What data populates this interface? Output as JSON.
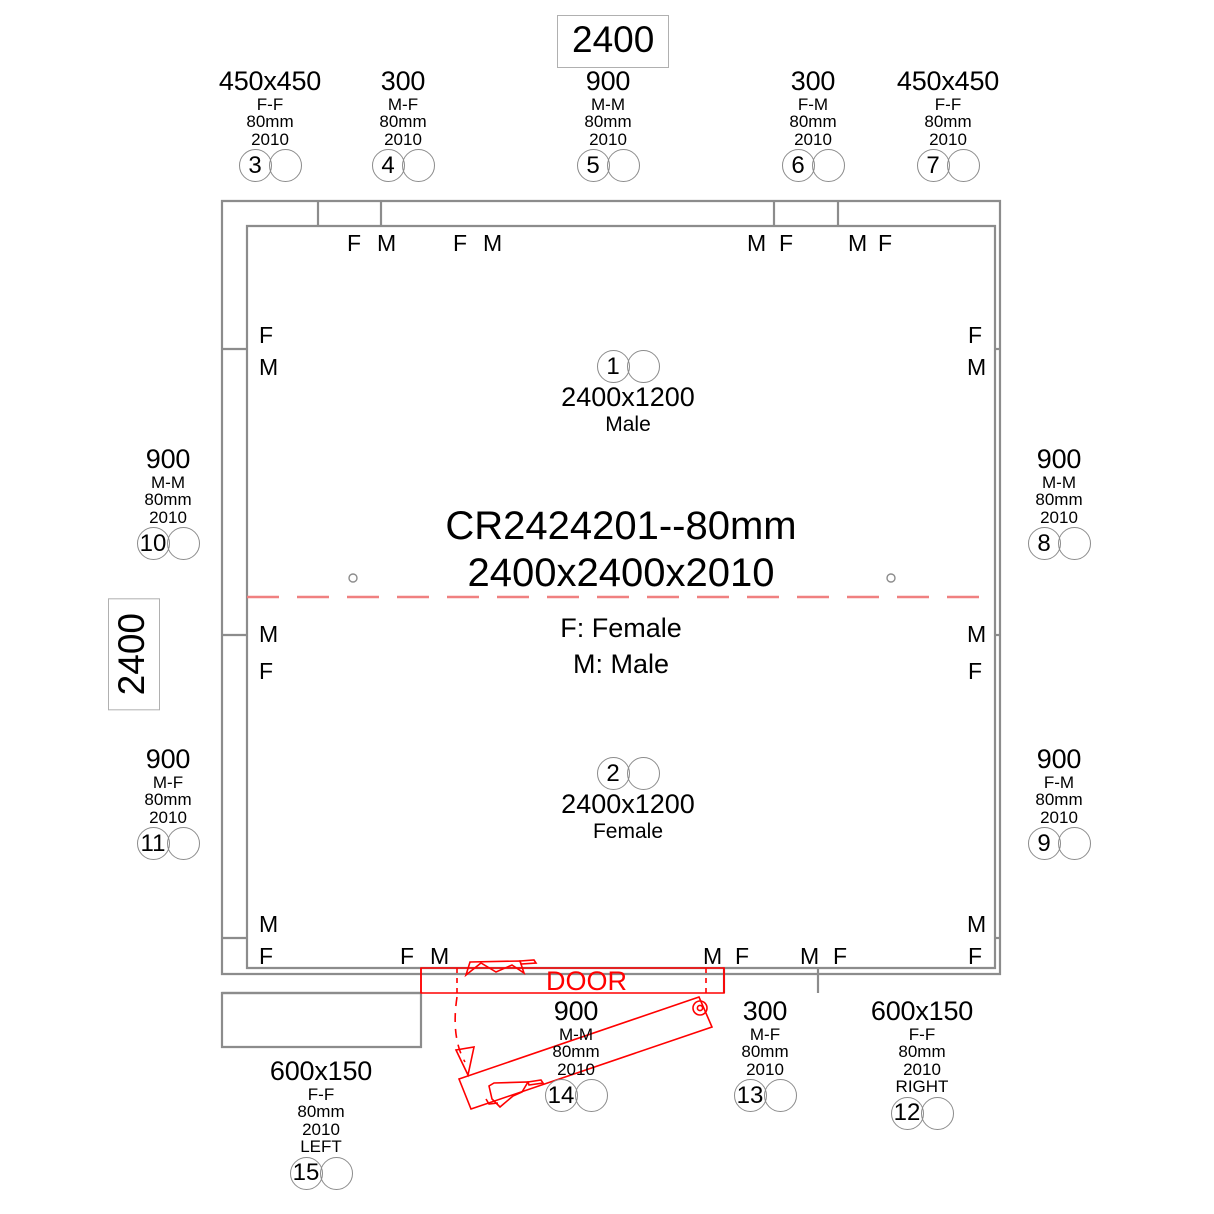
{
  "drawing": {
    "title": "CR2424201--80mm",
    "subtitle": "2400x2400x2010",
    "legend_female": "F: Female",
    "legend_male": "M: Male",
    "door_label": "DOOR",
    "accent_color": "#ff0000",
    "line_color": "#8c8c8c",
    "dim_top": "2400",
    "dim_left": "2400"
  },
  "panels": {
    "top": [
      {
        "id": "3",
        "size": "450x450",
        "pair": "F-F",
        "thickness": "80mm",
        "height": "2010",
        "side": ""
      },
      {
        "id": "4",
        "size": "300",
        "pair": "M-F",
        "thickness": "80mm",
        "height": "2010",
        "side": ""
      },
      {
        "id": "5",
        "size": "900",
        "pair": "M-M",
        "thickness": "80mm",
        "height": "2010",
        "side": ""
      },
      {
        "id": "6",
        "size": "300",
        "pair": "F-M",
        "thickness": "80mm",
        "height": "2010",
        "side": ""
      },
      {
        "id": "7",
        "size": "450x450",
        "pair": "F-F",
        "thickness": "80mm",
        "height": "2010",
        "side": ""
      }
    ],
    "left": [
      {
        "id": "10",
        "size": "900",
        "pair": "M-M",
        "thickness": "80mm",
        "height": "2010",
        "side": ""
      },
      {
        "id": "11",
        "size": "900",
        "pair": "M-F",
        "thickness": "80mm",
        "height": "2010",
        "side": ""
      }
    ],
    "right": [
      {
        "id": "8",
        "size": "900",
        "pair": "M-M",
        "thickness": "80mm",
        "height": "2010",
        "side": ""
      },
      {
        "id": "9",
        "size": "900",
        "pair": "F-M",
        "thickness": "80mm",
        "height": "2010",
        "side": ""
      }
    ],
    "bottom": [
      {
        "id": "15",
        "size": "600x150",
        "pair": "F-F",
        "thickness": "80mm",
        "height": "2010",
        "side": "LEFT"
      },
      {
        "id": "14",
        "size": "900",
        "pair": "M-M",
        "thickness": "80mm",
        "height": "2010",
        "side": ""
      },
      {
        "id": "13",
        "size": "300",
        "pair": "M-F",
        "thickness": "80mm",
        "height": "2010",
        "side": ""
      },
      {
        "id": "12",
        "size": "600x150",
        "pair": "F-F",
        "thickness": "80mm",
        "height": "2010",
        "side": "RIGHT"
      }
    ],
    "ceiling": [
      {
        "id": "1",
        "size": "2400x1200",
        "gender": "Male"
      },
      {
        "id": "2",
        "size": "2400x1200",
        "gender": "Female"
      }
    ]
  },
  "joint_marks": {
    "top": [
      "F",
      "M",
      "F",
      "M",
      "M",
      "F",
      "M",
      "F"
    ],
    "left": [
      "F",
      "M",
      "M",
      "F"
    ],
    "right": [
      "F",
      "M",
      "M",
      "F"
    ],
    "bottom": [
      "F",
      "M",
      "M",
      "F",
      "M",
      "F"
    ]
  }
}
